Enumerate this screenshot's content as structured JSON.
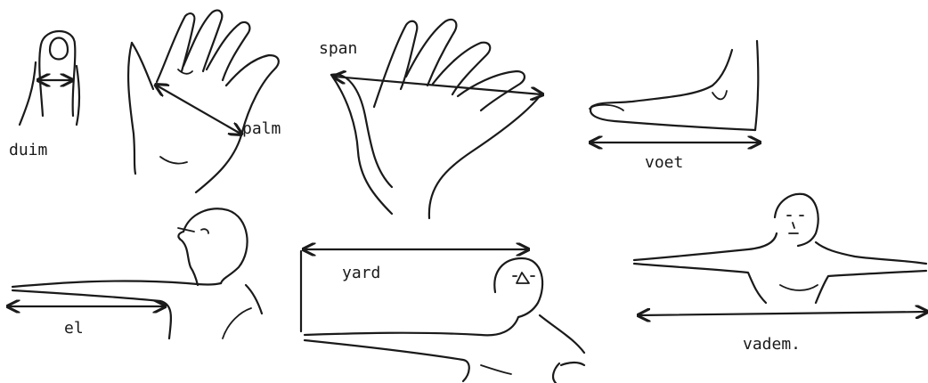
{
  "labels": {
    "duim": "duim",
    "palm": "palm",
    "span": "span",
    "voet": "voet",
    "el": "el",
    "yard": "yard",
    "vadem": "vadem."
  }
}
